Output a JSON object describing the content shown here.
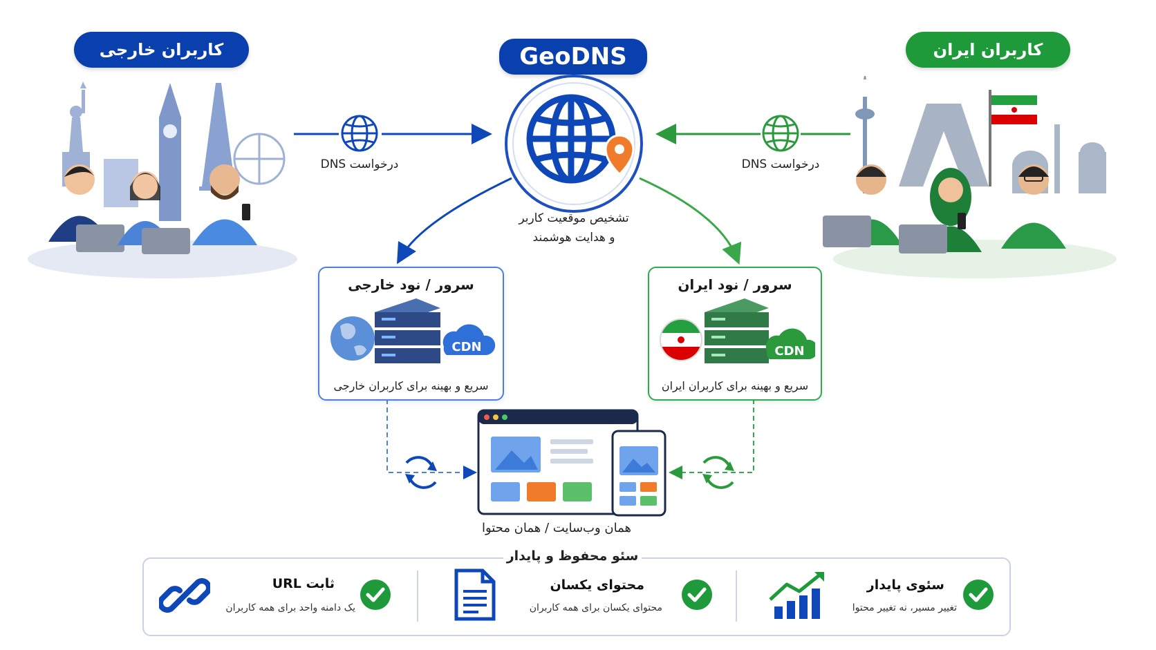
{
  "header": {
    "geodns_label": "GeoDNS",
    "foreign_users_label": "کاربران خارجی",
    "iran_users_label": "کاربران ایران"
  },
  "flows": {
    "dns_request_left": "درخواست DNS",
    "dns_request_right": "درخواست DNS",
    "detection_line1": "تشخیص موقعیت کاربر",
    "detection_line2": "و هدایت هوشمند"
  },
  "nodes": {
    "foreign": {
      "title": "سرور / نود خارجی",
      "subtitle": "سریع و بهینه برای کاربران خارجی",
      "cdn": "CDN"
    },
    "iran": {
      "title": "سرور / نود ایران",
      "subtitle": "سریع و بهینه برای کاربران ایران",
      "cdn": "CDN"
    }
  },
  "website": {
    "caption": "همان وب‌سایت / همان محتوا"
  },
  "seo": {
    "title": "سئو محفوظ و پایدار",
    "features": [
      {
        "title": "ثابت URL",
        "subtitle": "یک دامنه واحد برای همه کاربران",
        "icon": "link-icon"
      },
      {
        "title": "محتوای یکسان",
        "subtitle": "محتوای یکسان برای همه کاربران",
        "icon": "document-icon"
      },
      {
        "title": "سئوی پایدار",
        "subtitle": "تغییر مسیر، نه تغییر محتوا",
        "icon": "growth-chart-icon"
      }
    ]
  },
  "colors": {
    "blue": "#0a3fae",
    "green": "#1e9a3a",
    "orange": "#f07b2a"
  }
}
